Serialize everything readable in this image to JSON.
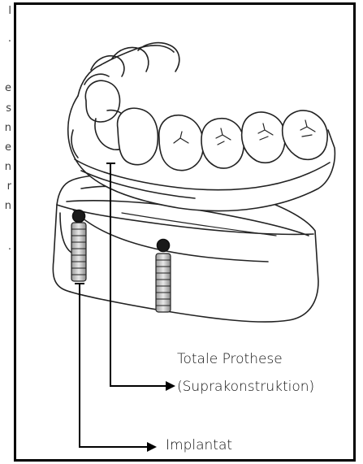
{
  "side_text": {
    "chars": [
      "l",
      ".",
      "e",
      "s",
      "n",
      "e",
      "n",
      "r",
      "n",
      "."
    ]
  },
  "labels": {
    "prosthesis_line1": "Totale Prothese",
    "prosthesis_line2": "(Suprakonstruktion)",
    "implant": "Implantat"
  }
}
